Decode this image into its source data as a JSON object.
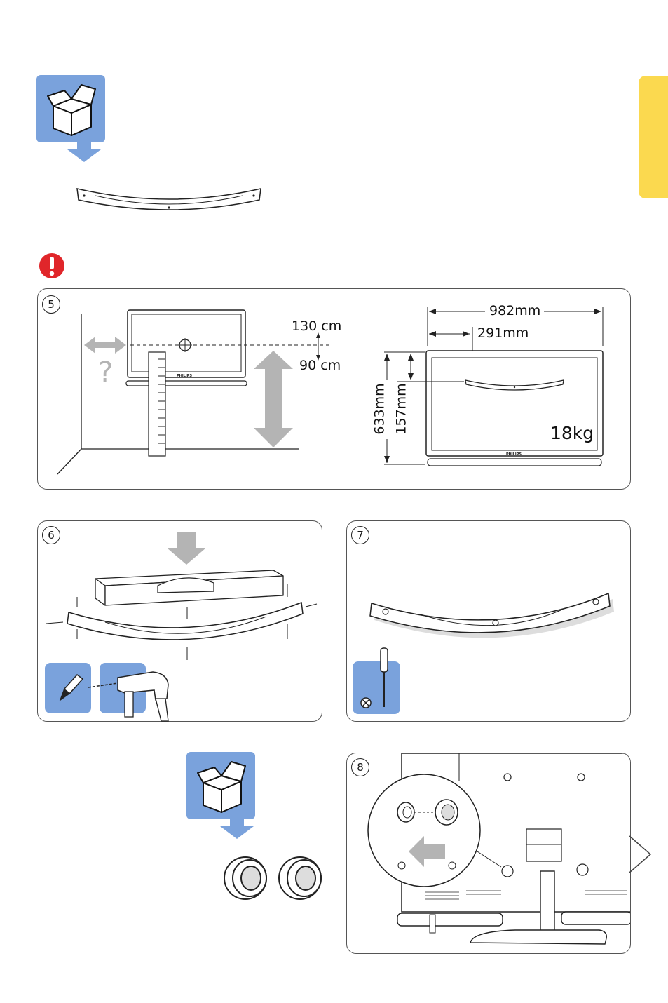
{
  "colors": {
    "accent_tab": "#fbd94f",
    "box_blue": "#7aa2dc",
    "warning_red": "#e0262a",
    "arrow_grey": "#b4b4b4"
  },
  "icons": [
    "box-icon",
    "arrow-down-icon",
    "warning-icon",
    "pencil-icon",
    "drill-icon",
    "screwdriver-icon"
  ],
  "step5": {
    "number": "5",
    "height_upper": "130 cm",
    "height_lower": "90 cm",
    "question": "?",
    "width_total": "982mm",
    "width_offset": "291mm",
    "height_total": "633mm",
    "height_offset": "157mm",
    "weight": "18kg",
    "brand": "PHILIPS"
  },
  "step6": {
    "number": "6"
  },
  "step7": {
    "number": "7"
  },
  "step8": {
    "number": "8"
  }
}
